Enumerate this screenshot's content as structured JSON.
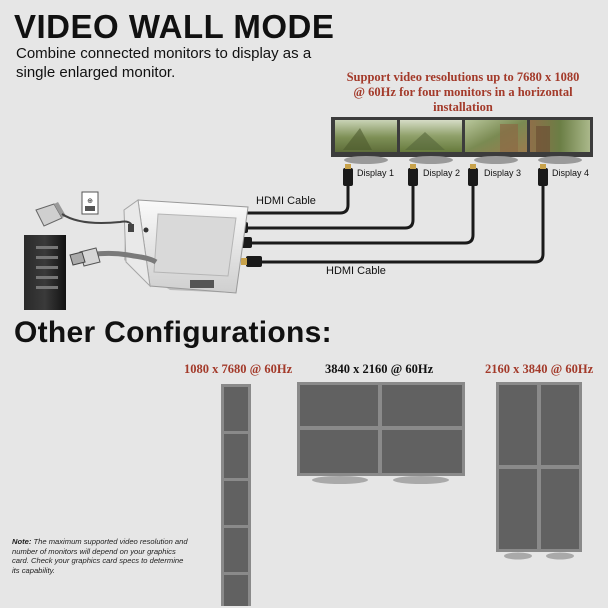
{
  "header": {
    "title": "VIDEO WALL MODE",
    "subtitle": "Combine connected monitors to display as a single enlarged monitor."
  },
  "support_text": "Support video resolutions up to 7680 x 1080 @ 60Hz for four monitors in a horizontal installation",
  "cables": {
    "top_label": "HDMI Cable",
    "bottom_label": "HDMI Cable"
  },
  "displays": [
    {
      "label": "Display 1"
    },
    {
      "label": "Display 2"
    },
    {
      "label": "Display 3"
    },
    {
      "label": "Display 4"
    }
  ],
  "other_heading": "Other Configurations:",
  "configs": [
    {
      "label": "1080 x 7680 @ 60Hz",
      "label_color": "#a33a2a"
    },
    {
      "label": "3840 x 2160 @ 60Hz",
      "label_color": "#111111"
    },
    {
      "label": "2160 x 3840 @ 60Hz",
      "label_color": "#a33a2a"
    }
  ],
  "note": {
    "prefix": "Note:",
    "text": " The maximum supported video resolution and number of monitors will depend on your graphics card. Check your graphics card specs to determine its capability."
  },
  "colors": {
    "accent": "#a33a2a",
    "monitor_frame": "#8a8a8a",
    "monitor_panel": "#616161",
    "background": "#e6e6e6"
  }
}
